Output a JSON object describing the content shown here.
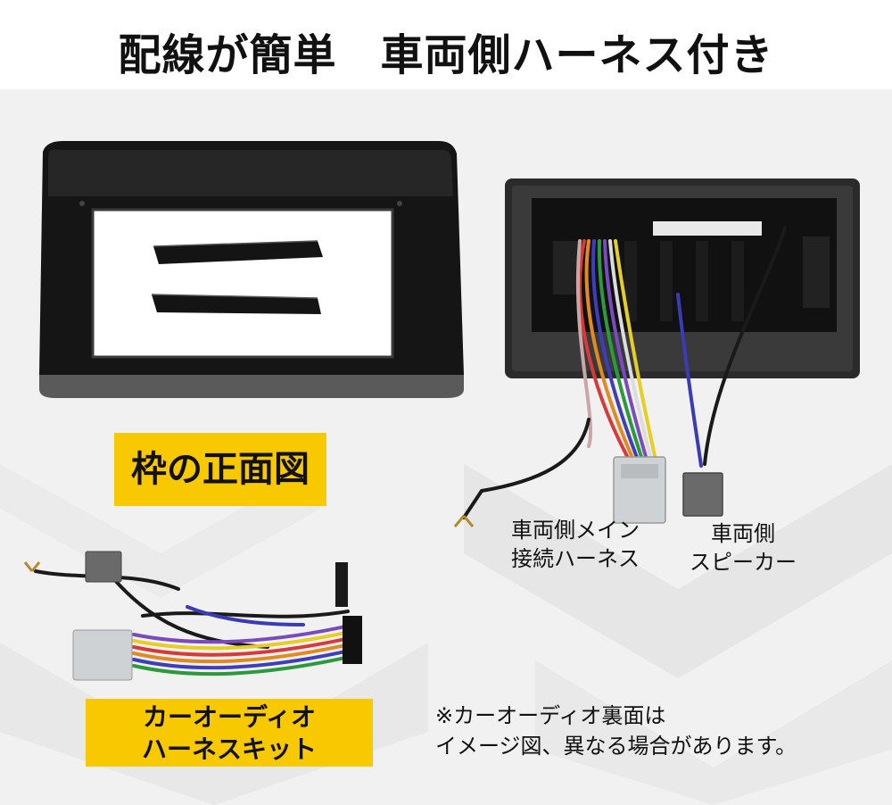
{
  "headline": "配線が簡単　車両側ハーネス付き",
  "frame_label": "枠の正面図",
  "main_harness_caption": [
    "車両側メイン",
    "接続ハーネス"
  ],
  "speaker_caption": [
    "車両側",
    "スピーカー"
  ],
  "kit_label": [
    "カーオーディオ",
    "ハーネスキット"
  ],
  "note": [
    "※カーオーディオ裏面は",
    "イメージ図、異なる場合があります。"
  ],
  "colors": {
    "accent_yellow": "#f9c900",
    "background": "#f1f1f1",
    "frame_black": "#151515"
  }
}
